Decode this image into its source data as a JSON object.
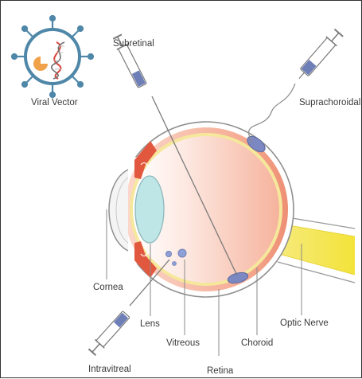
{
  "labels": {
    "viral_vector": "Viral Vector",
    "subretinal": "Subretinal",
    "suprachoroidal": "Suprachoroidal",
    "cornea": "Cornea",
    "lens": "Lens",
    "vitreous": "Vitreous",
    "choroid": "Choroid",
    "optic_nerve": "Optic Nerve",
    "intravitreal": "Intravitreal",
    "retina": "Retina"
  },
  "colors": {
    "sclera_outline": "#8f8f8f",
    "choroid": "#f29a82",
    "retina": "#f5e79c",
    "vitreous": "#fbe4dc",
    "lens": "#bfe6e6",
    "ciliary": "#e2583f",
    "optic_nerve": "#f3e44f",
    "vector_shell": "#4f87a8",
    "bleb": "#7b88c2",
    "syringe_fluid": "#6e7fb8"
  }
}
